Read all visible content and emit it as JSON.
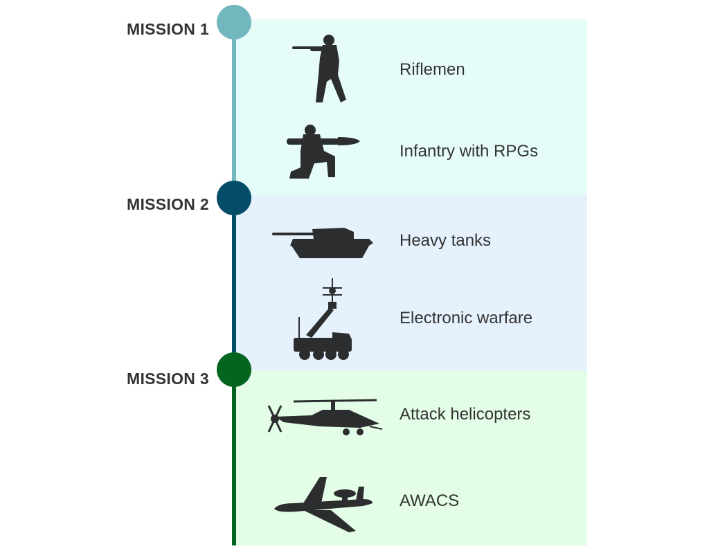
{
  "missions": [
    {
      "label": "MISSION 1",
      "color": "#72b7bd",
      "panel_color": "#e6fcf8"
    },
    {
      "label": "MISSION 2",
      "color": "#034d69",
      "panel_color": "#e5f1fd"
    },
    {
      "label": "MISSION 3",
      "color": "#03651f",
      "panel_color": "#e3fde6"
    }
  ],
  "items": [
    {
      "label": "Riflemen",
      "icon": "rifleman-icon"
    },
    {
      "label": "Infantry with RPGs",
      "icon": "rpg-soldier-icon"
    },
    {
      "label": "Heavy tanks",
      "icon": "tank-icon"
    },
    {
      "label": "Electronic warfare",
      "icon": "electronic-warfare-vehicle-icon"
    },
    {
      "label": "Attack helicopters",
      "icon": "attack-helicopter-icon"
    },
    {
      "label": "AWACS",
      "icon": "awacs-aircraft-icon"
    }
  ],
  "icon_color": "#2b2d2e"
}
